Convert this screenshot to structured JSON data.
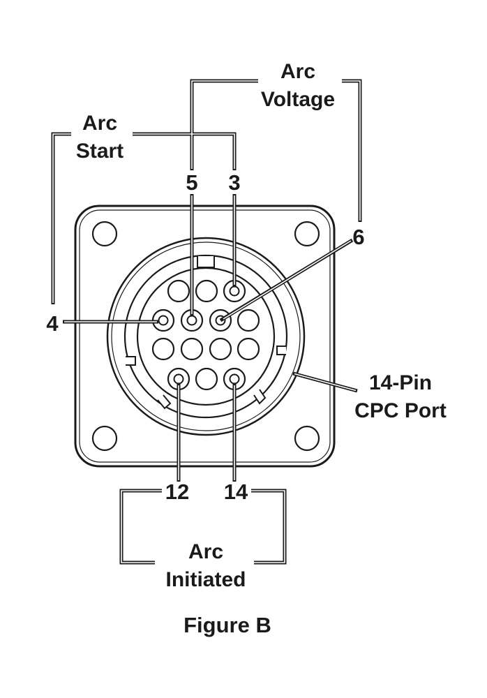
{
  "figure": {
    "caption": "Figure B",
    "port_label": [
      "14-Pin",
      "CPC Port"
    ],
    "groups": {
      "arc_start": [
        "Arc",
        "Start"
      ],
      "arc_voltage": [
        "Arc",
        "Voltage"
      ],
      "arc_initiated": [
        "Arc",
        "Initiated"
      ]
    },
    "pins": {
      "p3": "3",
      "p4": "4",
      "p5": "5",
      "p6": "6",
      "p12": "12",
      "p14": "14"
    },
    "colors": {
      "line": "#1a1a1a",
      "background": "#ffffff"
    }
  }
}
